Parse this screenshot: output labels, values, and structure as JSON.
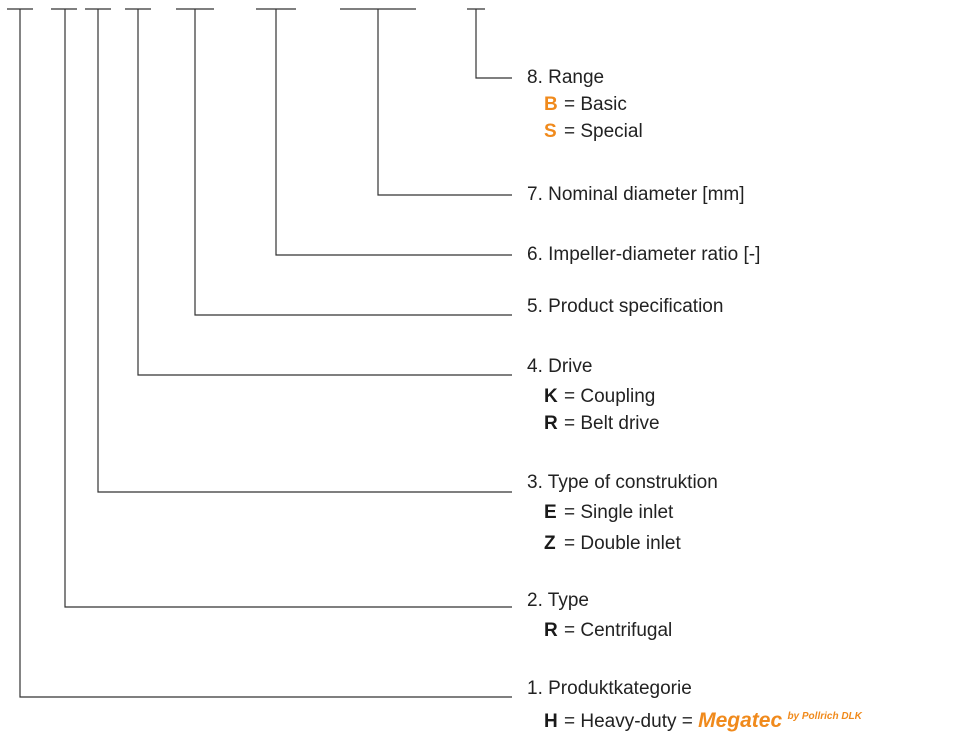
{
  "items": [
    {
      "label": "8. Range",
      "options": [
        {
          "code": "B",
          "text": "= Basic",
          "color": "#f08a1c"
        },
        {
          "code": "S",
          "text": "= Special",
          "color": "#f08a1c"
        }
      ]
    },
    {
      "label": "7. Nominal diameter [mm]",
      "options": []
    },
    {
      "label": "6. Impeller-diameter ratio [-]",
      "options": []
    },
    {
      "label": "5. Product specification",
      "options": []
    },
    {
      "label": "4. Drive",
      "options": [
        {
          "code": "K",
          "text": "= Coupling"
        },
        {
          "code": "R",
          "text": "= Belt drive"
        }
      ]
    },
    {
      "label": "3. Type of construktion",
      "options": [
        {
          "code": "E",
          "text": "= Single inlet"
        },
        {
          "code": "Z",
          "text": "= Double inlet"
        }
      ]
    },
    {
      "label": "2. Type",
      "options": [
        {
          "code": "R",
          "text": "= Centrifugal"
        }
      ]
    },
    {
      "label": "1. Produktkategorie",
      "options": [
        {
          "code": "H",
          "text": "= Heavy-duty ="
        }
      ]
    }
  ],
  "brand": {
    "name": "Megatec",
    "suffix": "by Pollrich DLK",
    "color": "#f08a1c"
  },
  "line_color": "#333333"
}
